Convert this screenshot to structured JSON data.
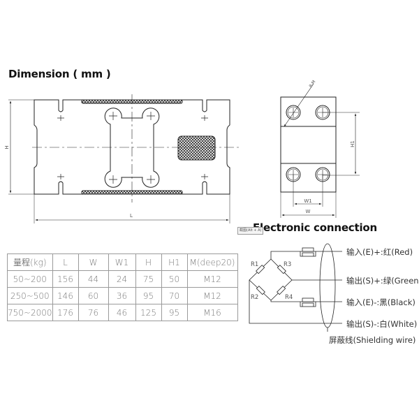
{
  "titles": {
    "dimension": "Dimension ( mm )",
    "electronic": "Electronic connection",
    "tooltip": "截图(Alt + A)"
  },
  "drawing_labels": {
    "L": "L",
    "H": "H",
    "W": "W",
    "W1": "W1",
    "H1": "H1",
    "hole": "8-M"
  },
  "table": {
    "headers": [
      "量程(kg)",
      "L",
      "W",
      "W1",
      "H",
      "H1",
      "M(deep20)"
    ],
    "rows": [
      [
        "50~200",
        "156",
        "44",
        "24",
        "75",
        "50",
        "M12"
      ],
      [
        "250~500",
        "146",
        "60",
        "36",
        "95",
        "70",
        "M12"
      ],
      [
        "750~2000",
        "176",
        "76",
        "46",
        "125",
        "95",
        "M16"
      ]
    ]
  },
  "circuit": {
    "resistors": [
      "R1",
      "R2",
      "R3",
      "R4"
    ],
    "wires": [
      {
        "label": "输入(E)+:红(Red)",
        "color": "#d00000"
      },
      {
        "label": "输出(S)+:绿(Green)",
        "color": "#008000"
      },
      {
        "label": "输入(E)-:黑(Black)",
        "color": "#000000"
      },
      {
        "label": "输出(S)-:白(White)",
        "color": "#ffffff"
      }
    ],
    "shield": "屏蔽线(Shielding wire)"
  }
}
